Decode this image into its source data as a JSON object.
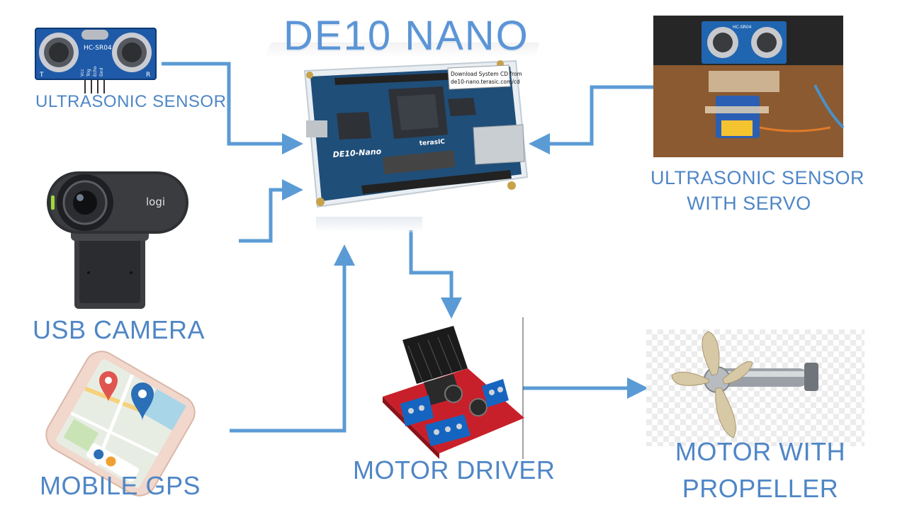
{
  "diagram": {
    "title": "DE10 NANO",
    "board_text": {
      "cd_note_line1": "Download System CD from",
      "cd_note_line2": "de10-nano.terasic.com/cd",
      "board_name": "DE10-Nano",
      "maker": "terasIC"
    },
    "nodes": {
      "ultrasonic_sensor": {
        "label": "ULTRASONIC SENSOR",
        "model": "HC-SR04",
        "pin_t": "T",
        "pin_r": "R",
        "pins": [
          "Vcc",
          "Trig",
          "Echo",
          "Gnd"
        ]
      },
      "usb_camera": {
        "label": "USB CAMERA",
        "brand": "logi"
      },
      "mobile_gps": {
        "label": "MOBILE GPS"
      },
      "ultrasonic_servo": {
        "label_line1": "ULTRASONIC SENSOR",
        "label_line2": "WITH SERVO",
        "model": "HC-SR04"
      },
      "motor_driver": {
        "label": "MOTOR DRIVER"
      },
      "motor_propeller": {
        "label_line1": "MOTOR WITH",
        "label_line2": "PROPELLER"
      }
    },
    "colors": {
      "arrow": "#5b9bd5",
      "label": "#4f86c6",
      "board": "#1f4e79",
      "pcb_red": "#c8202a",
      "terminal_blue": "#1565c0"
    }
  }
}
